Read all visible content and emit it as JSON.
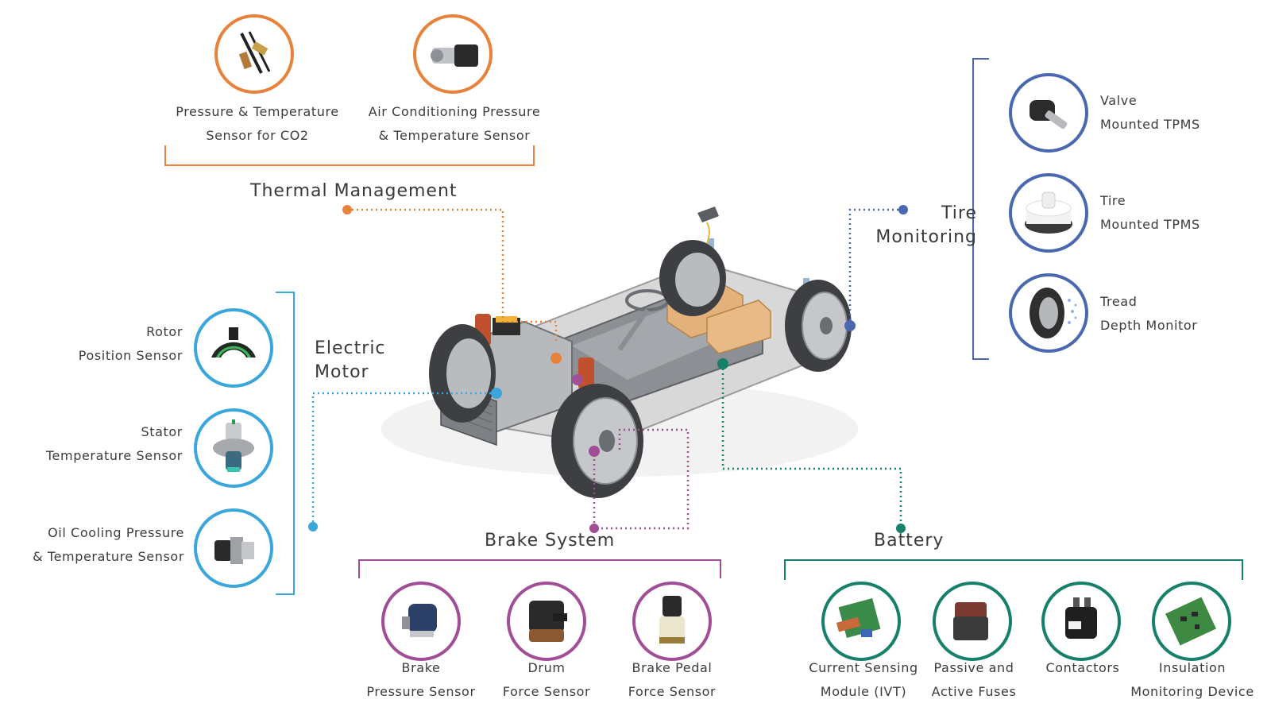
{
  "colors": {
    "thermal": "#e8813a",
    "motor": "#3aa6dc",
    "tire": "#4a68b0",
    "brake": "#a24e96",
    "battery": "#16806a"
  },
  "thermal": {
    "title": "Thermal Management",
    "items": [
      {
        "line1": "Pressure & Temperature",
        "line2": "Sensor for CO2",
        "icon": "co2-sensor-icon"
      },
      {
        "line1": "Air Conditioning Pressure",
        "line2": "& Temperature Sensor",
        "icon": "ac-sensor-icon"
      }
    ]
  },
  "motor": {
    "title1": "Electric",
    "title2": "Motor",
    "items": [
      {
        "line1": "Rotor",
        "line2": "Position Sensor",
        "icon": "rotor-sensor-icon"
      },
      {
        "line1": "Stator",
        "line2": "Temperature Sensor",
        "icon": "stator-sensor-icon"
      },
      {
        "line1": "Oil Cooling Pressure",
        "line2": "& Temperature Sensor",
        "icon": "oil-sensor-icon"
      }
    ]
  },
  "tire": {
    "title1": "Tire",
    "title2": "Monitoring",
    "items": [
      {
        "line1": "Valve",
        "line2": "Mounted TPMS",
        "icon": "valve-tpms-icon"
      },
      {
        "line1": "Tire",
        "line2": "Mounted TPMS",
        "icon": "tire-tpms-icon"
      },
      {
        "line1": "Tread",
        "line2": "Depth Monitor",
        "icon": "tread-monitor-icon"
      }
    ]
  },
  "brake": {
    "title": "Brake System",
    "items": [
      {
        "line1": "Brake",
        "line2": "Pressure Sensor",
        "icon": "brake-pressure-icon"
      },
      {
        "line1": "Drum",
        "line2": "Force Sensor",
        "icon": "drum-force-icon"
      },
      {
        "line1": "Brake Pedal",
        "line2": "Force Sensor",
        "icon": "pedal-force-icon"
      }
    ]
  },
  "battery": {
    "title": "Battery",
    "items": [
      {
        "line1": "Current Sensing",
        "line2": "Module (IVT)",
        "icon": "ivt-module-icon"
      },
      {
        "line1": "Passive and",
        "line2": "Active Fuses",
        "icon": "fuse-icon"
      },
      {
        "line1": "Contactors",
        "line2": "",
        "icon": "contactor-icon"
      },
      {
        "line1": "Insulation",
        "line2": "Monitoring Device",
        "icon": "insulation-device-icon"
      }
    ]
  }
}
